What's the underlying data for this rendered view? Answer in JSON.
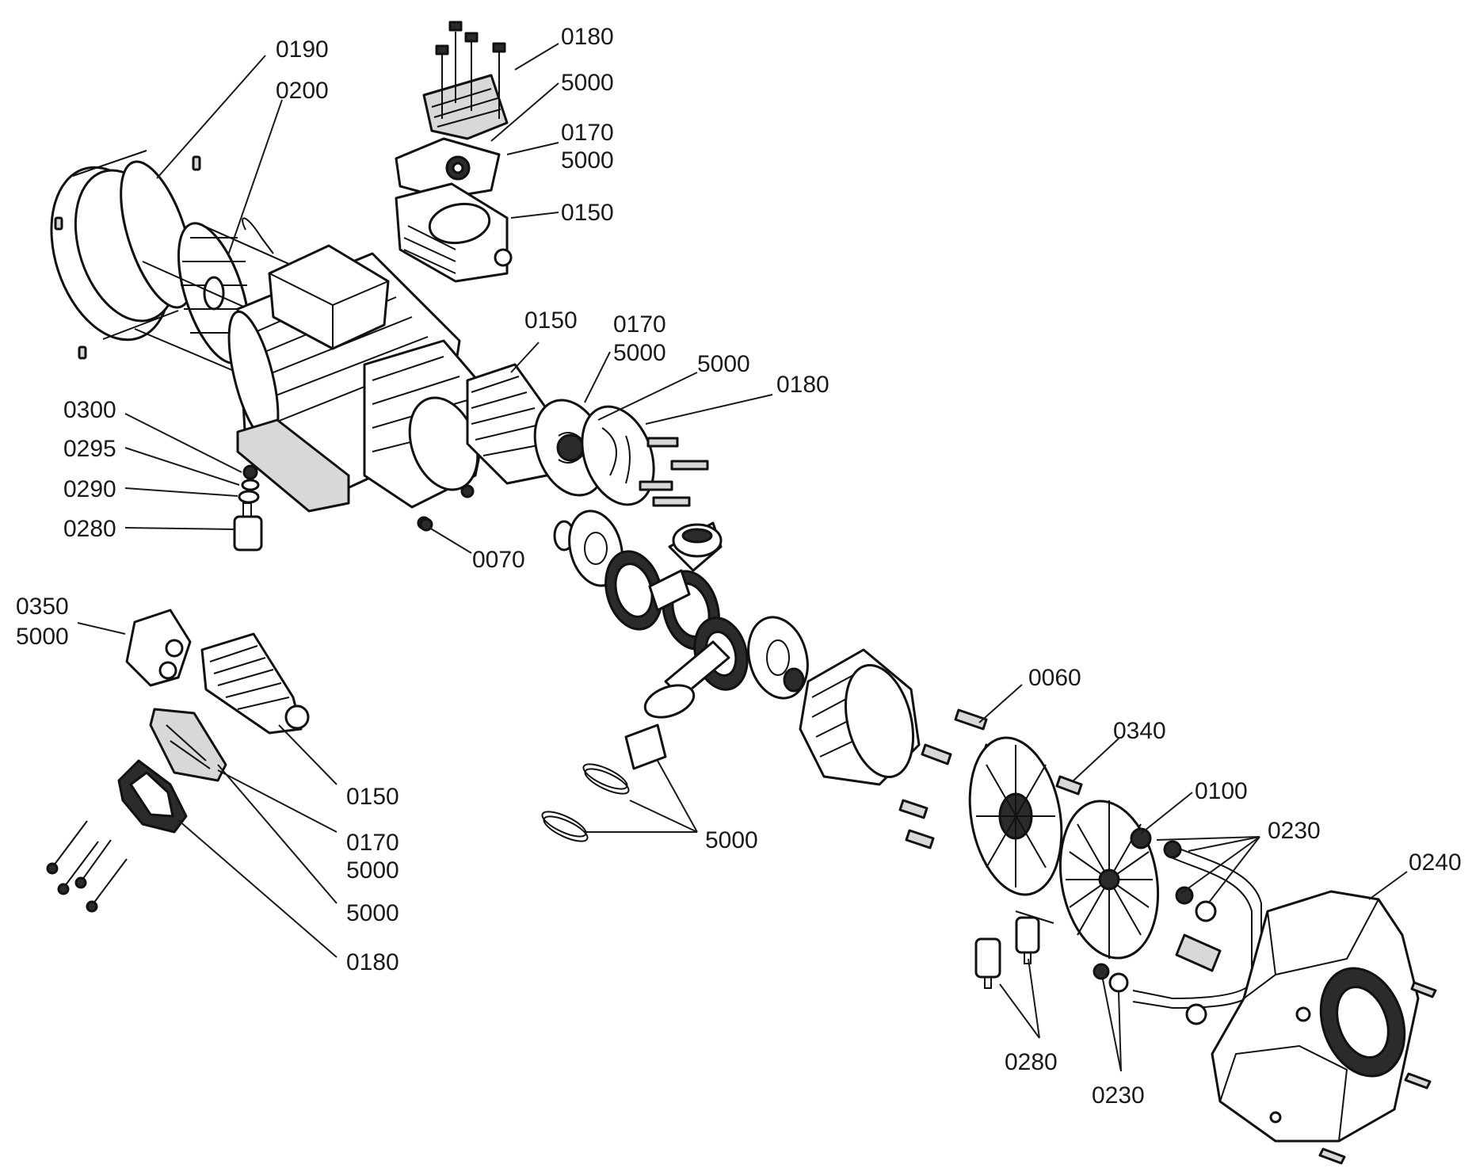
{
  "labels": [
    {
      "id": "l-0190",
      "text": "0190"
    },
    {
      "id": "l-0200",
      "text": "0200"
    },
    {
      "id": "l-0180-top",
      "text": "0180"
    },
    {
      "id": "l-5000-a",
      "text": "5000"
    },
    {
      "id": "l-0170-a",
      "text": "0170"
    },
    {
      "id": "l-5000-b",
      "text": "5000"
    },
    {
      "id": "l-0150-top",
      "text": "0150"
    },
    {
      "id": "l-0150-mid",
      "text": "0150"
    },
    {
      "id": "l-0170-mid",
      "text": "0170"
    },
    {
      "id": "l-5000-mid",
      "text": "5000"
    },
    {
      "id": "l-5000-mid2",
      "text": "5000"
    },
    {
      "id": "l-0180-mid",
      "text": "0180"
    },
    {
      "id": "l-0300",
      "text": "0300"
    },
    {
      "id": "l-0295",
      "text": "0295"
    },
    {
      "id": "l-0290",
      "text": "0290"
    },
    {
      "id": "l-0280-left",
      "text": "0280"
    },
    {
      "id": "l-0070",
      "text": "0070"
    },
    {
      "id": "l-0350",
      "text": "0350"
    },
    {
      "id": "l-5000-left",
      "text": "5000"
    },
    {
      "id": "l-0150-left",
      "text": "0150"
    },
    {
      "id": "l-0170-left",
      "text": "0170"
    },
    {
      "id": "l-5000-left2",
      "text": "5000"
    },
    {
      "id": "l-5000-left3",
      "text": "5000"
    },
    {
      "id": "l-0180-left",
      "text": "0180"
    },
    {
      "id": "l-5000-rings",
      "text": "5000"
    },
    {
      "id": "l-0060",
      "text": "0060"
    },
    {
      "id": "l-0340",
      "text": "0340"
    },
    {
      "id": "l-0100",
      "text": "0100"
    },
    {
      "id": "l-0230-top",
      "text": "0230"
    },
    {
      "id": "l-0240",
      "text": "0240"
    },
    {
      "id": "l-0280-right",
      "text": "0280"
    },
    {
      "id": "l-0230-bottom",
      "text": "0230"
    }
  ]
}
